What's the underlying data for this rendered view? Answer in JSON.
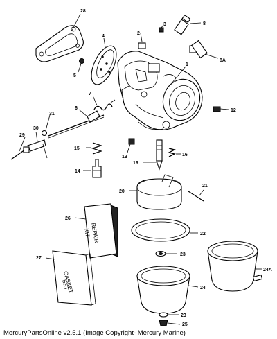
{
  "callouts": [
    "28",
    "4",
    "2",
    "3",
    "8",
    "8A",
    "5",
    "1",
    "7",
    "6",
    "31",
    "30",
    "29",
    "12",
    "15",
    "13",
    "16",
    "19",
    "14",
    "20",
    "21",
    "26",
    "22",
    "27",
    "23",
    "24A",
    "24",
    "25"
  ],
  "kits": {
    "repair": [
      "REPAIR",
      "KIT"
    ],
    "gasket": [
      "GASKET",
      "SET"
    ]
  },
  "footer": "MercuryPartsOnline v2.5.1 (Image Copyright- Mercury Marine)"
}
